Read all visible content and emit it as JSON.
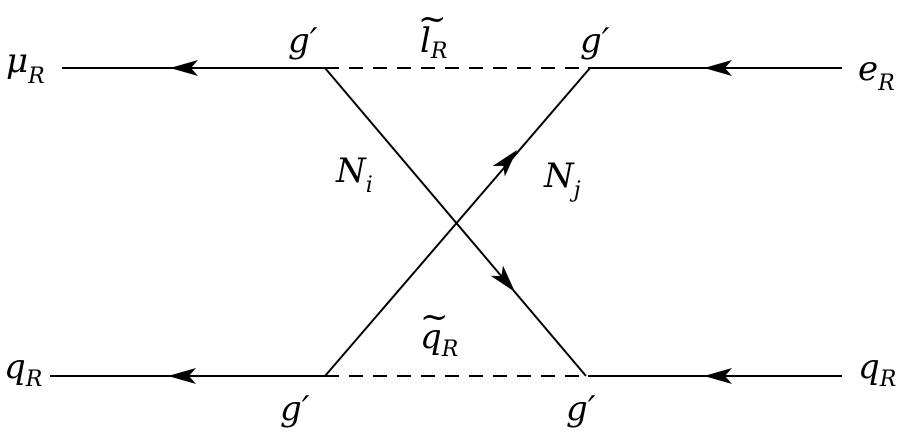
{
  "labels": {
    "mu": "μ",
    "mu_sub": "R",
    "e": "e",
    "e_sub": "R",
    "q_left": "q",
    "q_left_sub": "R",
    "q_right": "q",
    "q_right_sub": "R",
    "slepton": "l",
    "slepton_tilde": "~",
    "slepton_sub": "R",
    "squark": "q",
    "squark_tilde": "~",
    "squark_sub": "R",
    "N_i": "N",
    "N_i_sub": "i",
    "N_j": "N",
    "N_j_sub": "j",
    "vertex_coupling": "g′"
  }
}
